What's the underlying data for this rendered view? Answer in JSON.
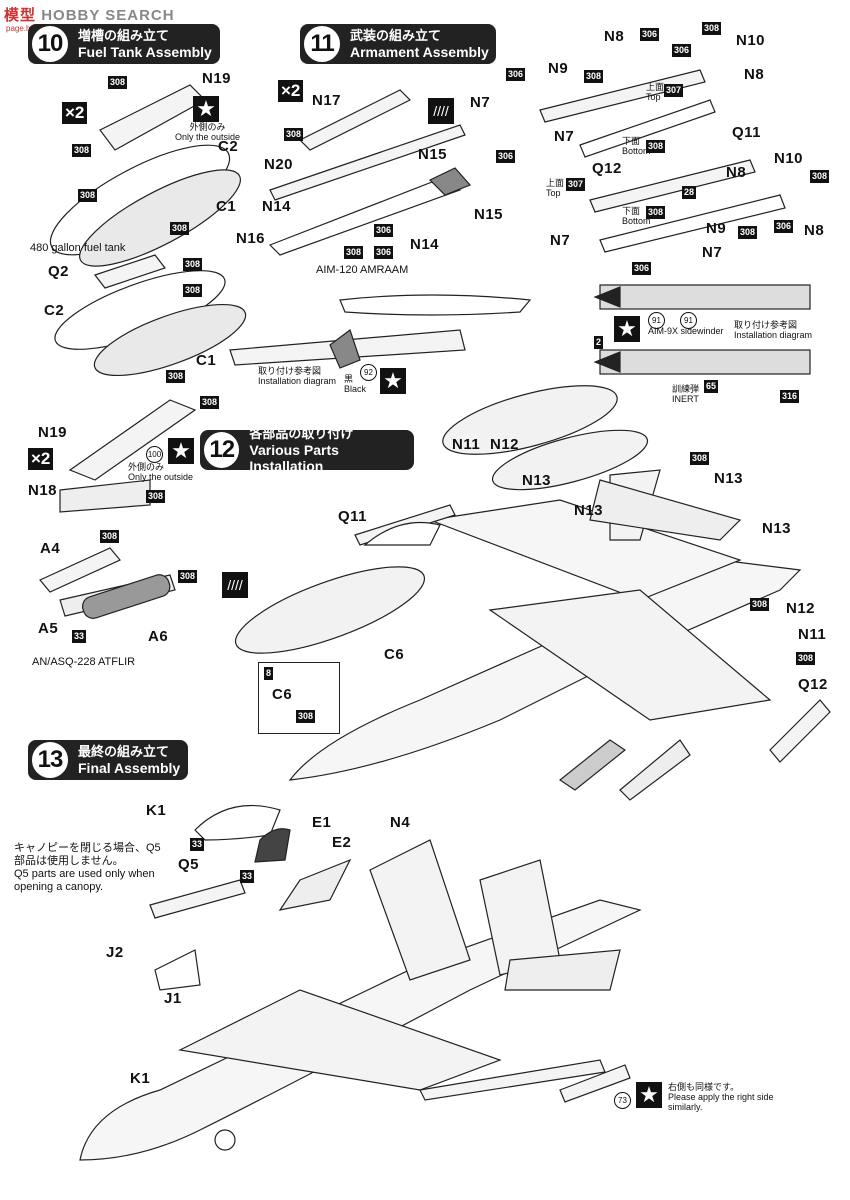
{
  "watermark": {
    "text_a": "模型",
    "text_b": "HOBBY SEARCH",
    "sub": "page.hobbysearch.com"
  },
  "sections": {
    "s10": {
      "num": "10",
      "jp": "増槽の組み立て",
      "en": "Fuel Tank Assembly"
    },
    "s11": {
      "num": "11",
      "jp": "武装の組み立て",
      "en": "Armament Assembly"
    },
    "s12": {
      "num": "12",
      "jp": "各部品の取り付け",
      "en": "Various Parts Installation"
    },
    "s13": {
      "num": "13",
      "jp": "最終の組み立て",
      "en": "Final Assembly"
    }
  },
  "parts": {
    "n19a": "N19",
    "c2a": "C2",
    "c1a": "C1",
    "q2": "Q2",
    "c2b": "C2",
    "c1b": "C1",
    "n19b": "N19",
    "n18": "N18",
    "a4": "A4",
    "a5": "A5",
    "a6": "A6",
    "n17": "N17",
    "n20": "N20",
    "n15a": "N15",
    "n15b": "N15",
    "n14a": "N14",
    "n14b": "N14",
    "n16": "N16",
    "n8a": "N8",
    "n10a": "N10",
    "n8b": "N8",
    "n9a": "N9",
    "n7a": "N7",
    "n7b": "N7",
    "q11a": "Q11",
    "q12a": "Q12",
    "n10b": "N10",
    "n8c": "N8",
    "n8d": "N8",
    "n9b": "N9",
    "n7c": "N7",
    "n7d": "N7",
    "n11a": "N11",
    "n12a": "N12",
    "n13a": "N13",
    "n13b": "N13",
    "n13c": "N13",
    "n13d": "N13",
    "q11b": "Q11",
    "c6a": "C6",
    "c6b": "C6",
    "n12b": "N12",
    "n11b": "N11",
    "q12b": "Q12",
    "k1": "K1",
    "e1": "E1",
    "n4": "N4",
    "e2": "E2",
    "q5": "Q5",
    "j2": "J2",
    "j1": "J1"
  },
  "paint": {
    "p308": "308",
    "p307": "307",
    "p306": "306",
    "p28": "28",
    "p65": "65",
    "p316": "316",
    "p33": "33",
    "p8": "8",
    "p2": "2",
    "c100": "100",
    "c92": "92",
    "c91": "91",
    "c73": "73"
  },
  "multipliers": {
    "x2": "×2"
  },
  "texts": {
    "outside_jp": "外側のみ",
    "outside_en": "Only the outside",
    "outside2_jp": "外側のみ",
    "outside2_en": "Only the outside",
    "fuel_tank": "480 gallon fuel tank",
    "atflir": "AN/ASQ-228 ATFLIR",
    "amraam": "AIM-120 AMRAAM",
    "install_jp": "取り付け参考図",
    "install_en": "Installation diagram",
    "black_jp": "黒",
    "black_en": "Black",
    "top_jp": "上面",
    "top_en": "Top",
    "bottom_jp": "下面",
    "bottom_en": "Bottom",
    "sidewinder": "AIM-9X sidewinder",
    "inert_jp": "訓練弾",
    "inert_en": "INERT",
    "canopy_jp": "キャノピーを閉じる場合、Q5部品は使用しません。",
    "canopy_en": "Q5 parts are used only when opening a canopy.",
    "right_jp": "右側も同様です。",
    "right_en": "Please apply the right side similarly."
  },
  "colors": {
    "banner": "#222222",
    "ink": "#111111",
    "watermark": "#cc3333"
  }
}
